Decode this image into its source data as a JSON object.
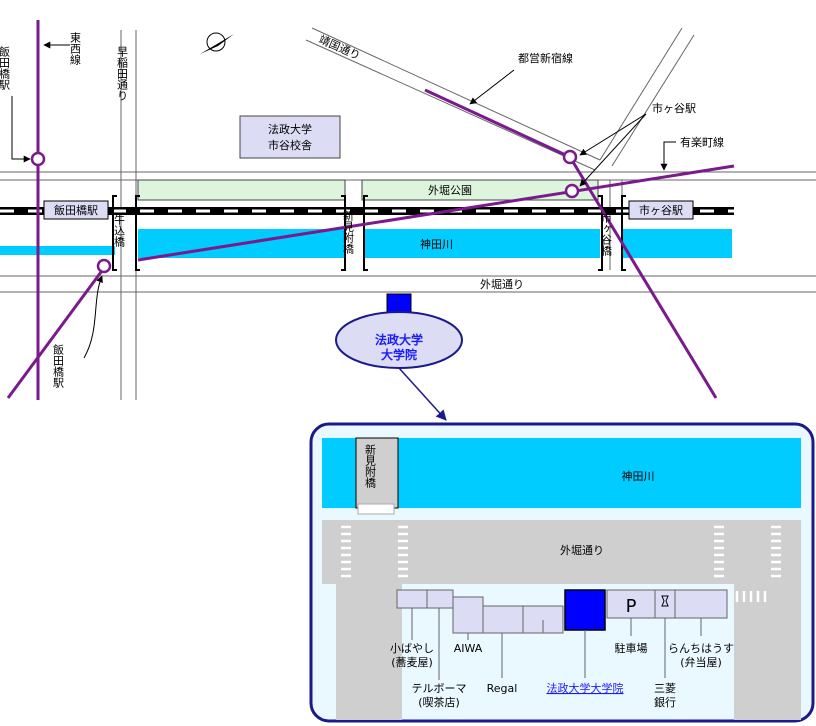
{
  "overview": {
    "stations": {
      "iidabashi_box": "飯田橋駅",
      "ichigaya_box": "市ヶ谷駅",
      "iidabashi_top": "飯田橋駅",
      "iidabashi_bottom": "飯田橋駅",
      "ichigaya_label": "市ヶ谷駅"
    },
    "lines": {
      "tozai": "東西線",
      "toei_shinjuku": "都営新宿線",
      "yurakucho": "有楽町線"
    },
    "roads": {
      "waseda": "早稲田通り",
      "yasukuni": "靖国通り",
      "sotobori": "外堀通り"
    },
    "bridges": {
      "ushigome": "牛込橋",
      "shinmitsuke": "新見附橋",
      "ichigaya": "市ヶ谷橋"
    },
    "landmarks": {
      "campus": [
        "法政大学",
        "市谷校舎"
      ],
      "park": "外堀公園",
      "river": "神田川"
    },
    "target": [
      "法政大学",
      "大学院"
    ]
  },
  "detail": {
    "river": "神田川",
    "road": "外堀通り",
    "bridge": "新見附橋",
    "parking_symbol": "P",
    "labels": {
      "soba": [
        "小ばやし",
        "(蕎麦屋)"
      ],
      "cafe": [
        "テルボーマ",
        "(喫茶店)"
      ],
      "aiwa": "AIWA",
      "regal": "Regal",
      "grad_school": "法政大学大学院",
      "parking": "駐車場",
      "bank": [
        "三菱",
        "銀行"
      ],
      "bento": [
        "らんちはうす",
        "(弁当屋)"
      ]
    }
  },
  "colors": {
    "line_purple": "#7a1a8c",
    "river_blue": "#00ccff",
    "park_green": "#ddf5dd",
    "campus_lavender": "#dcdcf5",
    "building_blue": "#0000ff",
    "panel_border": "#1a1a8c",
    "detail_bg": "#eaf8ff",
    "road_gray": "#cfcfcf"
  }
}
